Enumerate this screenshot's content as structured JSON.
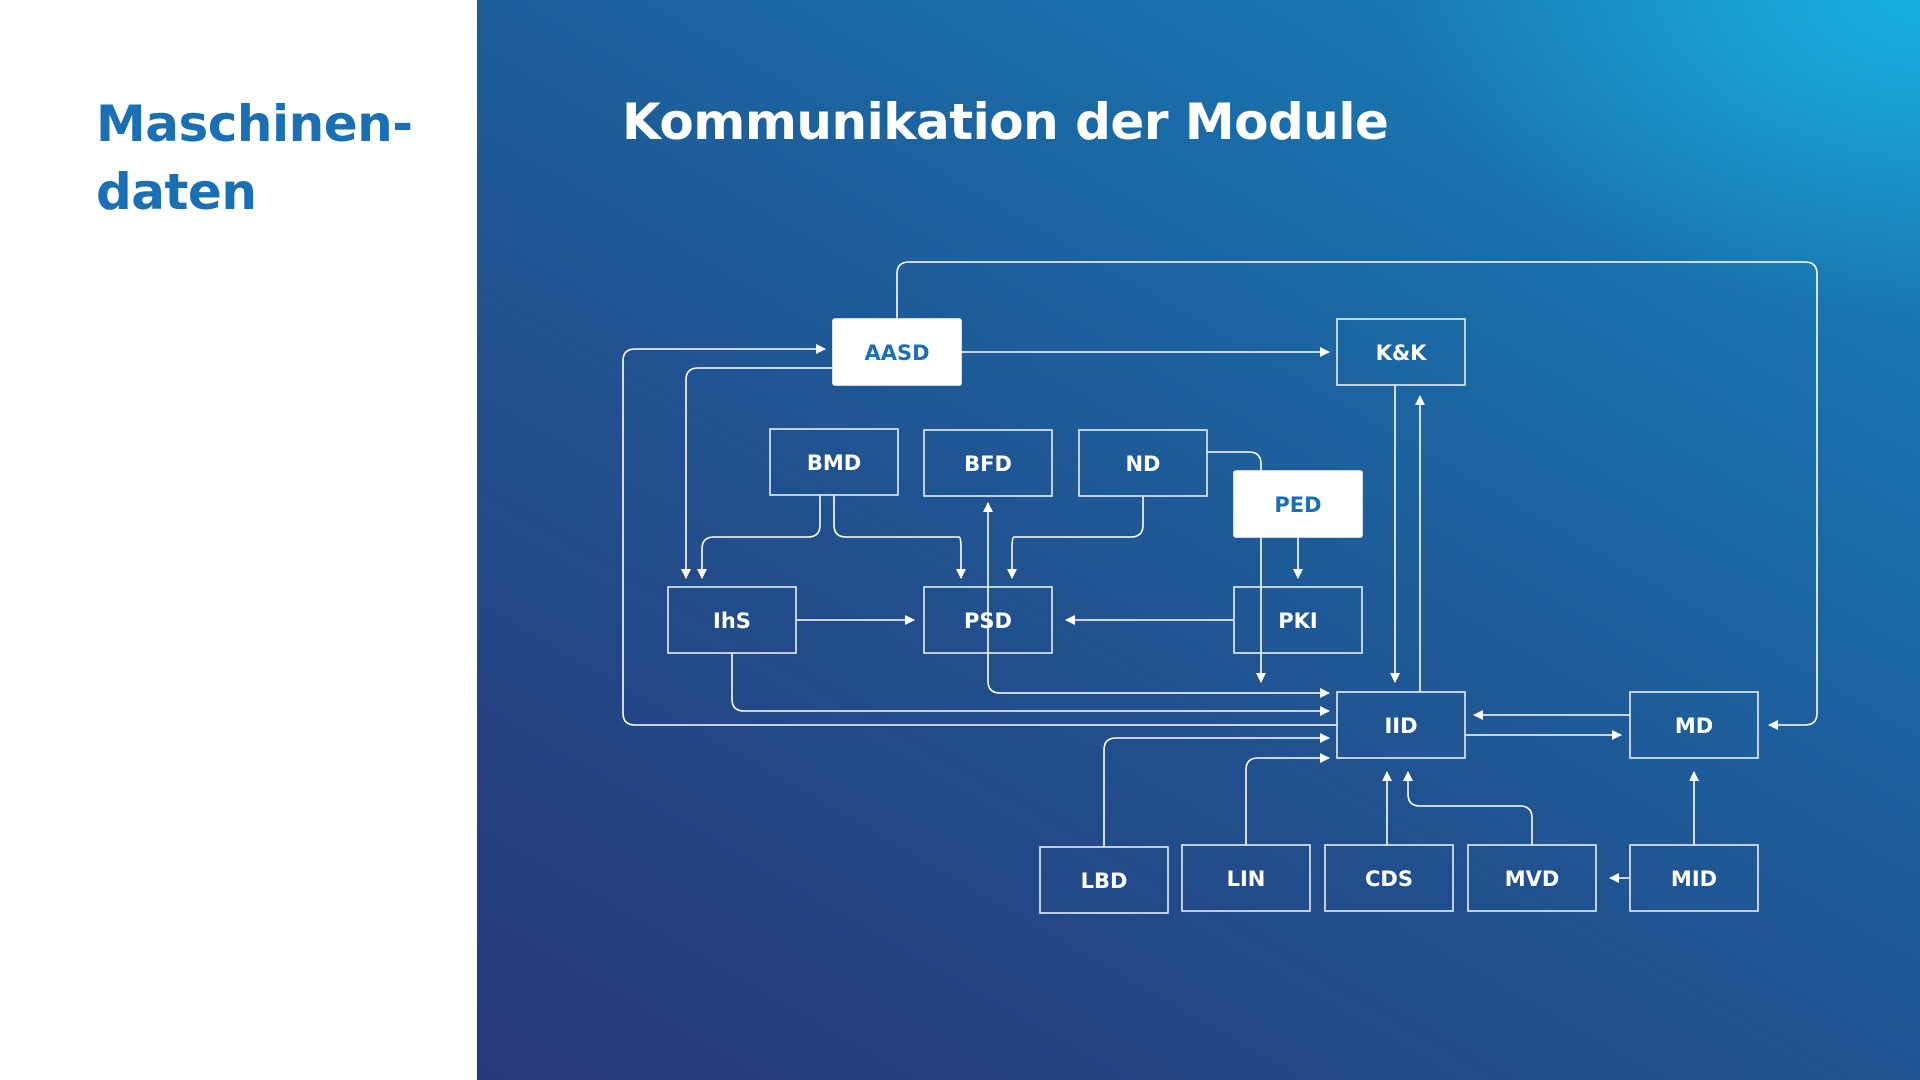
{
  "sidebar": {
    "title": "Maschinen-\ndaten"
  },
  "slide": {
    "title": "Kommunikation der Module"
  },
  "colors": {
    "accent": "#1b6fb5",
    "panel_dark": "#283779",
    "panel_light": "#18b2e2",
    "line": "#ffffff"
  },
  "diagram": {
    "nodes": [
      {
        "id": "AASD",
        "label": "AASD",
        "highlighted": true
      },
      {
        "id": "KK",
        "label": "K&K",
        "highlighted": false
      },
      {
        "id": "BMD",
        "label": "BMD",
        "highlighted": false
      },
      {
        "id": "BFD",
        "label": "BFD",
        "highlighted": false
      },
      {
        "id": "ND",
        "label": "ND",
        "highlighted": false
      },
      {
        "id": "PED",
        "label": "PED",
        "highlighted": true
      },
      {
        "id": "IhS",
        "label": "IhS",
        "highlighted": false
      },
      {
        "id": "PSD",
        "label": "PSD",
        "highlighted": false
      },
      {
        "id": "PKI",
        "label": "PKI",
        "highlighted": false
      },
      {
        "id": "IID",
        "label": "IID",
        "highlighted": false
      },
      {
        "id": "MD",
        "label": "MD",
        "highlighted": false
      },
      {
        "id": "LBD",
        "label": "LBD",
        "highlighted": false
      },
      {
        "id": "LIN",
        "label": "LIN",
        "highlighted": false
      },
      {
        "id": "CDS",
        "label": "CDS",
        "highlighted": false
      },
      {
        "id": "MVD",
        "label": "MVD",
        "highlighted": false
      },
      {
        "id": "MID",
        "label": "MID",
        "highlighted": false
      }
    ],
    "edges": [
      {
        "from": "AASD",
        "to": "KK"
      },
      {
        "from": "AASD",
        "to": "MD"
      },
      {
        "from": "AASD",
        "to": "IhS"
      },
      {
        "from": "IID",
        "to": "AASD"
      },
      {
        "from": "BMD",
        "to": "IhS"
      },
      {
        "from": "BMD",
        "to": "PSD"
      },
      {
        "from": "ND",
        "to": "PSD"
      },
      {
        "from": "ND",
        "to": "IID"
      },
      {
        "from": "PSD",
        "to": "BFD"
      },
      {
        "from": "PED",
        "to": "PKI"
      },
      {
        "from": "IhS",
        "to": "PSD"
      },
      {
        "from": "PKI",
        "to": "PSD"
      },
      {
        "from": "IhS",
        "to": "IID"
      },
      {
        "from": "PSD",
        "to": "IID"
      },
      {
        "from": "KK",
        "to": "IID"
      },
      {
        "from": "IID",
        "to": "KK"
      },
      {
        "from": "MD",
        "to": "IID"
      },
      {
        "from": "IID",
        "to": "MD"
      },
      {
        "from": "LBD",
        "to": "IID"
      },
      {
        "from": "LIN",
        "to": "IID"
      },
      {
        "from": "CDS",
        "to": "IID"
      },
      {
        "from": "MVD",
        "to": "IID"
      },
      {
        "from": "MID",
        "to": "MVD"
      },
      {
        "from": "MID",
        "to": "MD"
      }
    ]
  }
}
